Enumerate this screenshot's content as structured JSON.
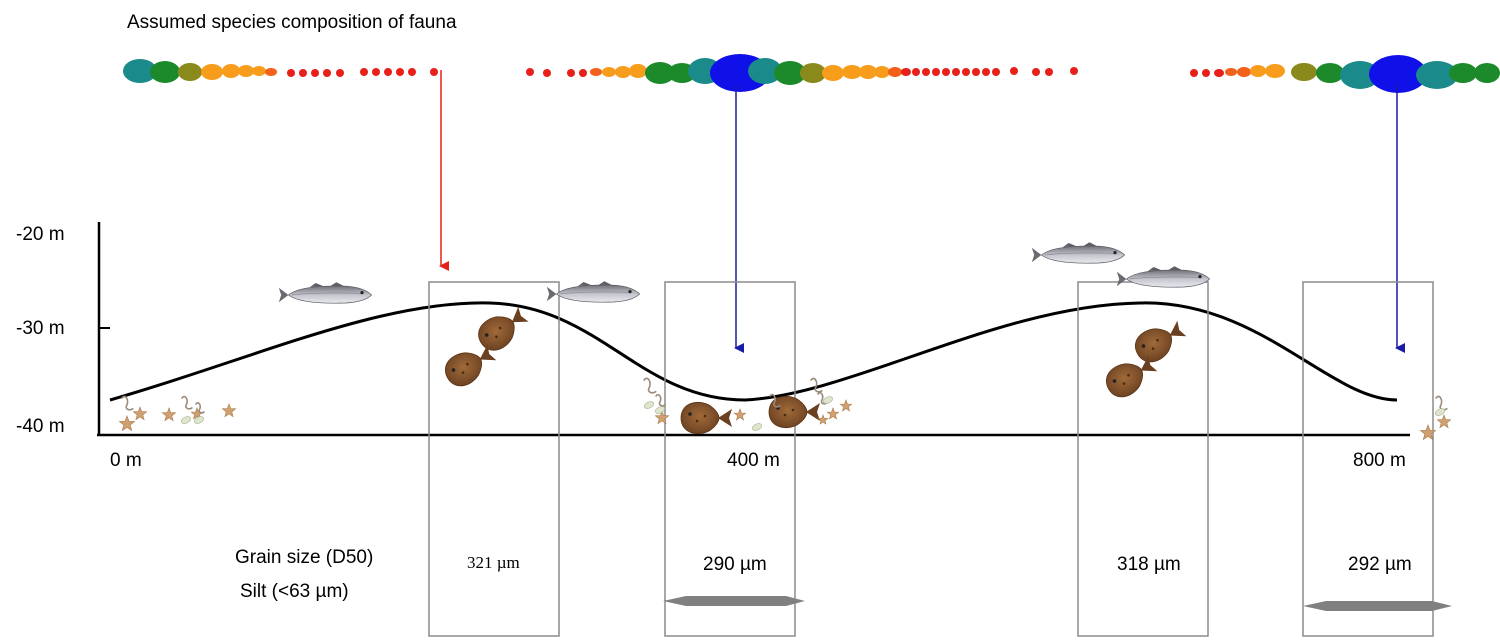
{
  "title": "Assumed species composition of fauna",
  "depth_labels": [
    "-20 m",
    "-30 m",
    "-40 m"
  ],
  "distance_labels": [
    "0 m",
    "400 m",
    "800 m"
  ],
  "sediment_labels": [
    "Grain size (D50)",
    "Silt (<63 µm)"
  ],
  "stations": [
    {
      "grain_size": "321 µm",
      "silt": false,
      "community_marker": "red"
    },
    {
      "grain_size": "290 µm",
      "silt": true,
      "community_marker": "blue"
    },
    {
      "grain_size": "318 µm",
      "silt": false,
      "community_marker": "none"
    },
    {
      "grain_size": "292 µm",
      "silt": true,
      "community_marker": "blue"
    }
  ],
  "colors": {
    "red": "#e8201a",
    "orange_red": "#f2601a",
    "orange": "#f89c1c",
    "olive": "#8a8a1c",
    "green": "#1c8a2a",
    "teal": "#1a8a8a",
    "blue": "#1010e8",
    "navy_arrow": "#1a1aa8",
    "box": "#8c8c8c",
    "silt": "#808080",
    "flatfish": "#8a5a32",
    "roundfish": "#a8a8b0",
    "starfish": "#d0a070"
  },
  "icons": [
    "roundfish-icon",
    "flatfish-icon",
    "starfish-icon",
    "worm-icon"
  ]
}
